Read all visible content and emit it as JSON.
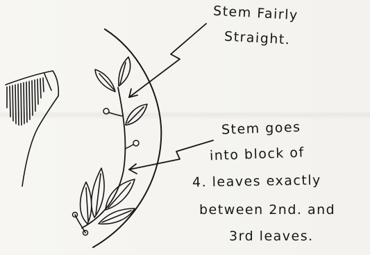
{
  "annotations": {
    "stem_straight": {
      "line1": "Stem Fairly",
      "line2": "Straight."
    },
    "stem_block": {
      "line1": "Stem goes",
      "line2": "into block of",
      "line3": "4. leaves exactly",
      "line4": "between 2nd. and",
      "line5": "3rd leaves."
    }
  },
  "colors": {
    "ink": "#161616",
    "paper": "#f6f5f1"
  }
}
